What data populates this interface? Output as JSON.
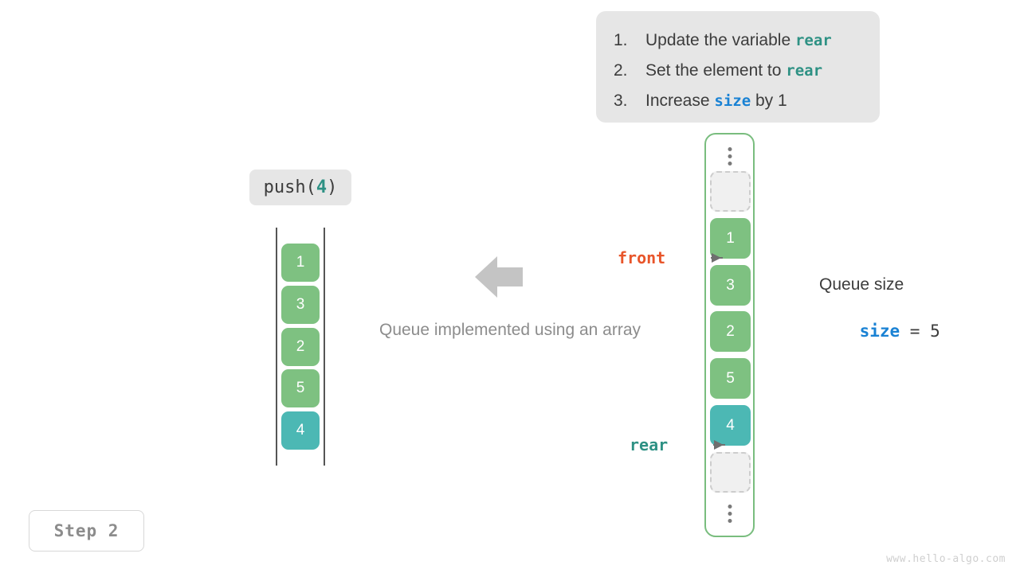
{
  "instructions": {
    "items": [
      {
        "num": "1.",
        "pre": "Update the variable ",
        "code": "rear",
        "code_kind": "teal",
        "post": ""
      },
      {
        "num": "2.",
        "pre": "Set the element to ",
        "code": "rear",
        "code_kind": "teal",
        "post": ""
      },
      {
        "num": "3.",
        "pre": "Increase ",
        "code": "size",
        "code_kind": "blue",
        "post": " by 1"
      }
    ]
  },
  "operation": {
    "name": "push(",
    "value": "4",
    "close": ")"
  },
  "left_array": {
    "cells": [
      {
        "value": "1",
        "kind": "green"
      },
      {
        "value": "3",
        "kind": "green"
      },
      {
        "value": "2",
        "kind": "green"
      },
      {
        "value": "5",
        "kind": "green"
      },
      {
        "value": "4",
        "kind": "teal"
      }
    ]
  },
  "center": {
    "caption": "Queue implemented using an array"
  },
  "right_array": {
    "cells": [
      {
        "value": "",
        "kind": "empty"
      },
      {
        "value": "1",
        "kind": "green"
      },
      {
        "value": "3",
        "kind": "green"
      },
      {
        "value": "2",
        "kind": "green"
      },
      {
        "value": "5",
        "kind": "green"
      },
      {
        "value": "4",
        "kind": "teal"
      },
      {
        "value": "",
        "kind": "empty"
      }
    ]
  },
  "pointers": {
    "front": "front",
    "rear": "rear"
  },
  "queue_size": {
    "title": "Queue size",
    "var": "size",
    "expr": " = 5"
  },
  "step": {
    "label": "Step 2"
  },
  "watermark": "www.hello-algo.com",
  "colors": {
    "green": "#7ec181",
    "teal": "#4cb8b4",
    "front_orange": "#e8552a",
    "rear_teal": "#2e9184",
    "size_blue": "#1a82d4",
    "panel_bg": "#e6e6e6",
    "border_green": "#79bd7e",
    "arrow_gray": "#c4c4c4"
  }
}
